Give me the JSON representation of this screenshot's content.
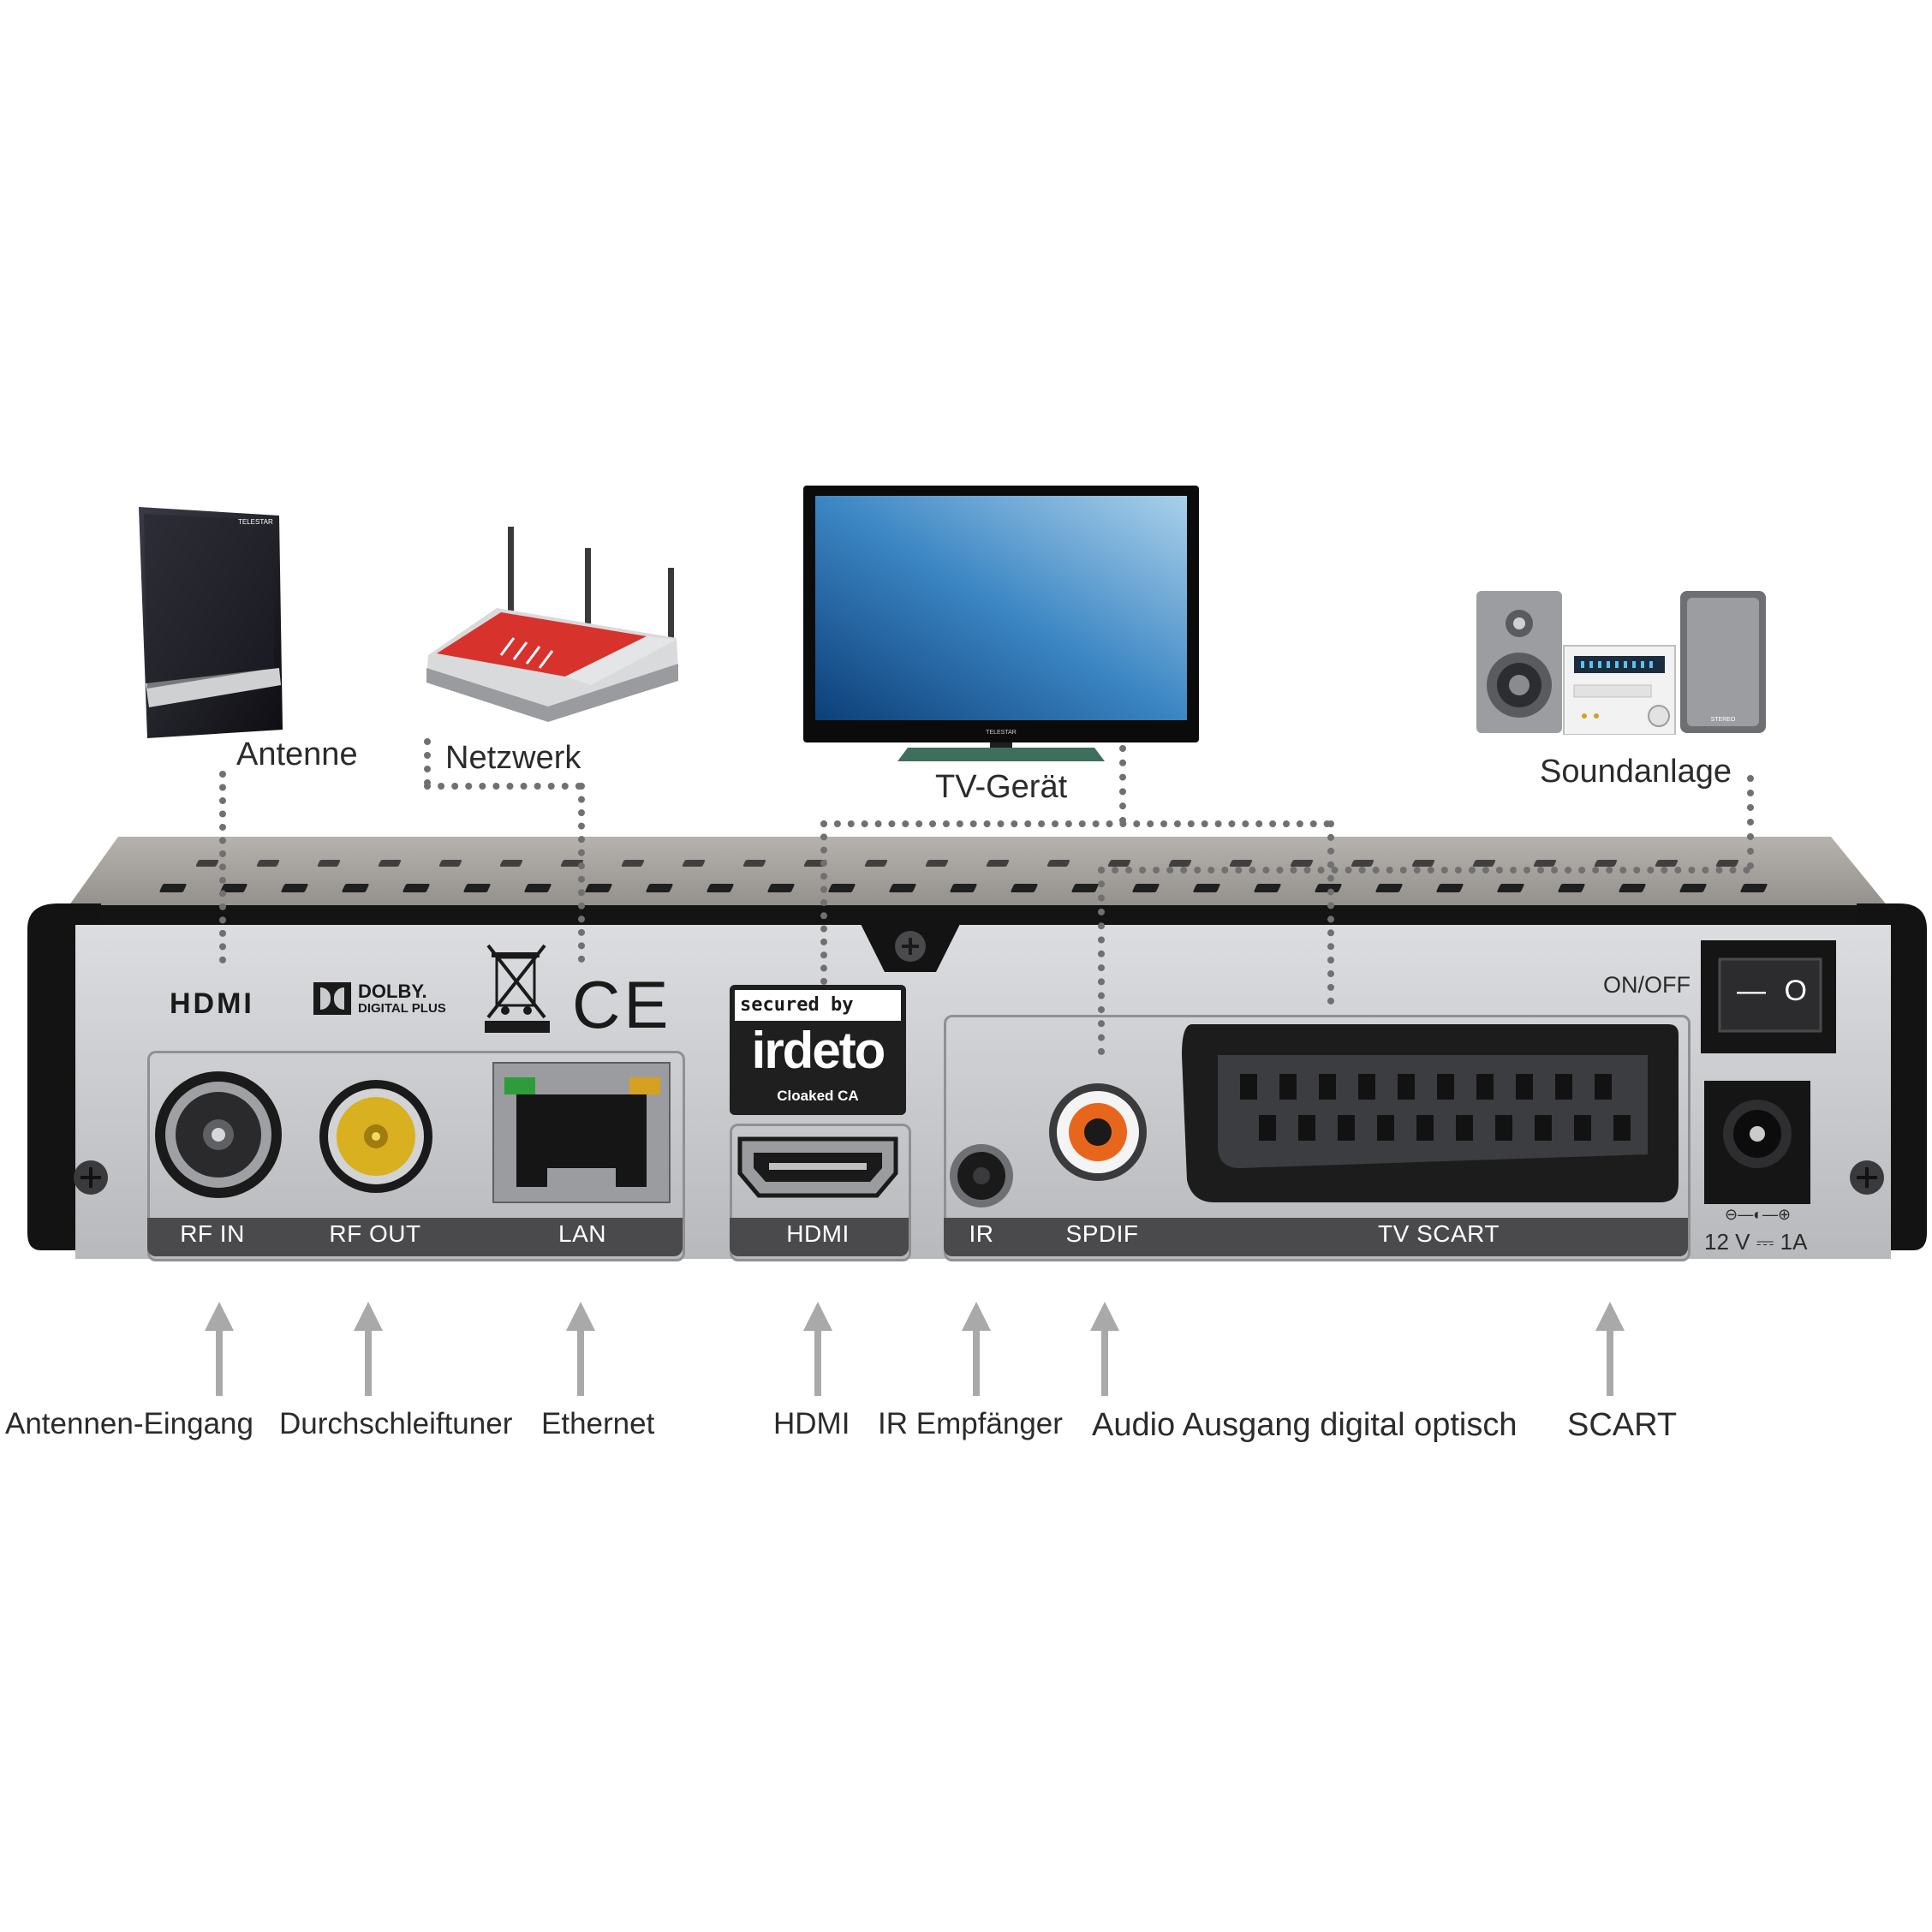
{
  "devices": {
    "antenna": "Antenne",
    "network": "Netzwerk",
    "tv": "TV-Gerät",
    "sound": "Soundanlage"
  },
  "logos": {
    "hdmi": "HDMI",
    "dolby_line1": "DOLBY.",
    "dolby_line2": "DIGITAL PLUS",
    "ce": "CE",
    "irdeto_top": "secured by",
    "irdeto_brand": "irdeto",
    "irdeto_bottom": "Cloaked CA",
    "telestar": "TELESTAR",
    "stereo": "STEREO"
  },
  "device_panel": {
    "power_label": "ON/OFF",
    "power_symbols": "— O",
    "dc_polarity": "⊖—◐—⊕",
    "dc_rating": "12 V ⎓ 1A"
  },
  "ports": [
    {
      "id": "rf_in",
      "label": "RF IN",
      "description": "Antennen-Eingang"
    },
    {
      "id": "rf_out",
      "label": "RF OUT",
      "description": "Durchschleiftuner"
    },
    {
      "id": "lan",
      "label": "LAN",
      "description": "Ethernet"
    },
    {
      "id": "hdmi",
      "label": "HDMI",
      "description": "HDMI"
    },
    {
      "id": "ir",
      "label": "IR",
      "description": "IR Empfänger"
    },
    {
      "id": "spdif",
      "label": "SPDIF",
      "description": "Audio Ausgang digital optisch"
    },
    {
      "id": "scart",
      "label": "TV SCART",
      "description": "SCART"
    }
  ],
  "colors": {
    "panel": "#c9cbcd",
    "label_strip": "#4a4a4c",
    "dotted_line": "#707070",
    "arrow": "#a9a9a9",
    "router_red": "#d8322c",
    "spdif_orange": "#e8661c",
    "rf_out_yellow": "#d8b020"
  }
}
